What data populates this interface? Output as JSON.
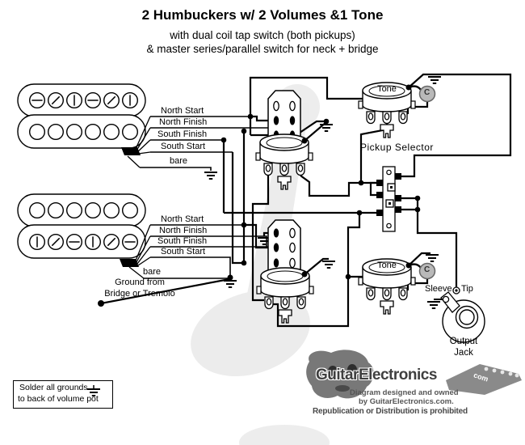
{
  "title": {
    "line1": "2 Humbuckers w/ 2 Volumes &1 Tone",
    "line2": "with dual coil tap switch (both pickups)",
    "line3": "& master series/parallel switch for neck + bridge"
  },
  "neck_pickup": {
    "wire_labels": [
      "North Start",
      "North Finish",
      "South Finish",
      "South Start",
      "bare"
    ]
  },
  "bridge_pickup": {
    "wire_labels": [
      "North Start",
      "North Finish",
      "South Finish",
      "South Start",
      "bare"
    ],
    "ground_note": {
      "line1": "Ground from",
      "line2": "Bridge or Tremolo"
    }
  },
  "controls": {
    "neck_tone": {
      "label": "Tone",
      "cap_label": "C"
    },
    "bridge_tone": {
      "label": "Tone",
      "cap_label": "C"
    },
    "selector_label": "Pickup Selector"
  },
  "output_jack": {
    "sleeve_label": "Sleeve",
    "tip_label": "Tip",
    "caption_line1": "Output",
    "caption_line2": "Jack"
  },
  "note_box": {
    "line1": "Solder all grounds",
    "line2": "to back of volume pot"
  },
  "branding": {
    "logo_text": "GuitarElectronics",
    "logo_suffix": "com",
    "credit_line1": "Diagram designed and owned",
    "credit_line2": "by GuitarElectronics.com.",
    "notice": "Republication or Distribution is prohibited"
  },
  "colors": {
    "wire": "#000000",
    "cap_fill": "#b9b9b9",
    "logo_gray": "#3f3f3f"
  }
}
